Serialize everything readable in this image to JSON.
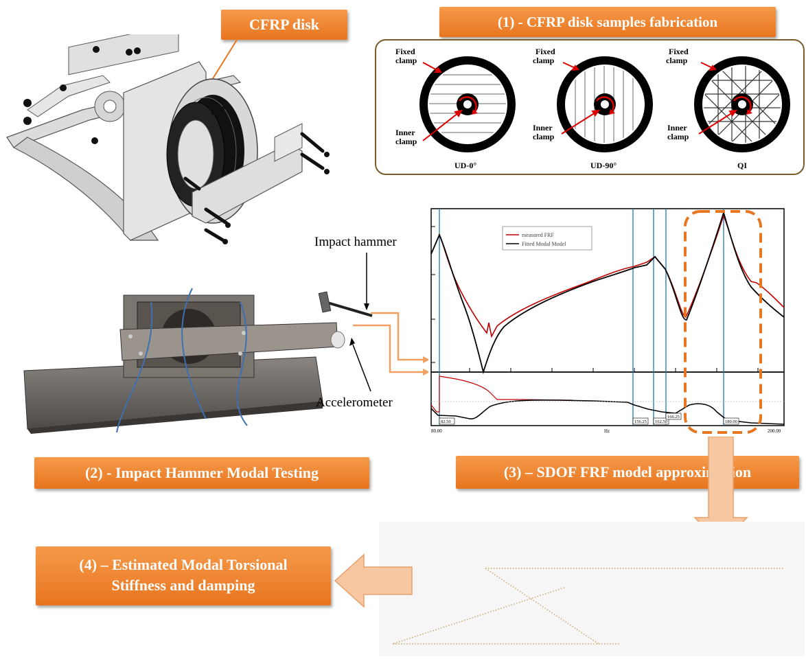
{
  "boxes": {
    "cfrp_disk": "CFRP disk",
    "step1": "(1) - CFRP disk samples fabrication",
    "step2": "(2) - Impact Hammer Modal Testing",
    "step3": "(3) – SDOF FRF model approximation",
    "step4_line1": "(4) – Estimated Modal Torsional",
    "step4_line2": "Stiffness and damping"
  },
  "samples": [
    {
      "fixed": "Fixed",
      "clamp": "clamp",
      "inner": "Inner",
      "inner_clamp": "clamp",
      "caption": "UD-0°"
    },
    {
      "fixed": "Fixed",
      "clamp": "clamp",
      "inner": "Inner",
      "inner_clamp": "clamp",
      "caption": "UD-90°"
    },
    {
      "fixed": "Fixed",
      "clamp": "clamp",
      "inner": "Inner",
      "inner_clamp": "clamp",
      "caption": "QI"
    }
  ],
  "labels": {
    "impact_hammer": "Impact hammer",
    "accelerometer": "Accelerometer"
  },
  "frf": {
    "legend": [
      "measured FRF",
      "Fitted Modal Model"
    ],
    "x_unit": "Hz",
    "x_start": "80.00",
    "x_end": "200.00",
    "markers": [
      "82.50",
      "156.25",
      "162.50",
      "166.25",
      "180.00"
    ]
  },
  "colors": {
    "orange": "#e8751f",
    "measured": "#c00000",
    "fitted": "#000000",
    "cursor": "#1f77b4"
  }
}
